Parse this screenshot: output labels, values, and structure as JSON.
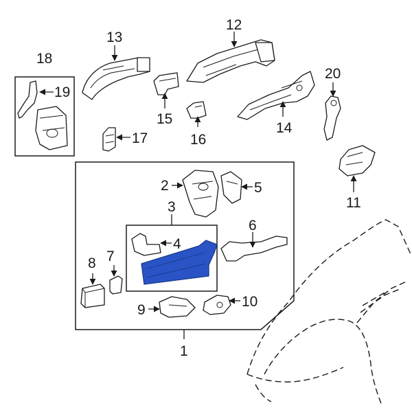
{
  "diagram": {
    "highlight_color": "#2a54c5",
    "callouts": [
      {
        "id": "c1",
        "text": "1"
      },
      {
        "id": "c2",
        "text": "2"
      },
      {
        "id": "c3",
        "text": "3"
      },
      {
        "id": "c4",
        "text": "4"
      },
      {
        "id": "c5",
        "text": "5"
      },
      {
        "id": "c6",
        "text": "6"
      },
      {
        "id": "c7",
        "text": "7"
      },
      {
        "id": "c8",
        "text": "8"
      },
      {
        "id": "c9",
        "text": "9"
      },
      {
        "id": "c10",
        "text": "10"
      },
      {
        "id": "c11",
        "text": "11"
      },
      {
        "id": "c12",
        "text": "12"
      },
      {
        "id": "c13",
        "text": "13"
      },
      {
        "id": "c14",
        "text": "14"
      },
      {
        "id": "c15",
        "text": "15"
      },
      {
        "id": "c16",
        "text": "16"
      },
      {
        "id": "c17",
        "text": "17"
      },
      {
        "id": "c18",
        "text": "18"
      },
      {
        "id": "c19",
        "text": "19"
      },
      {
        "id": "c20",
        "text": "20"
      }
    ]
  }
}
